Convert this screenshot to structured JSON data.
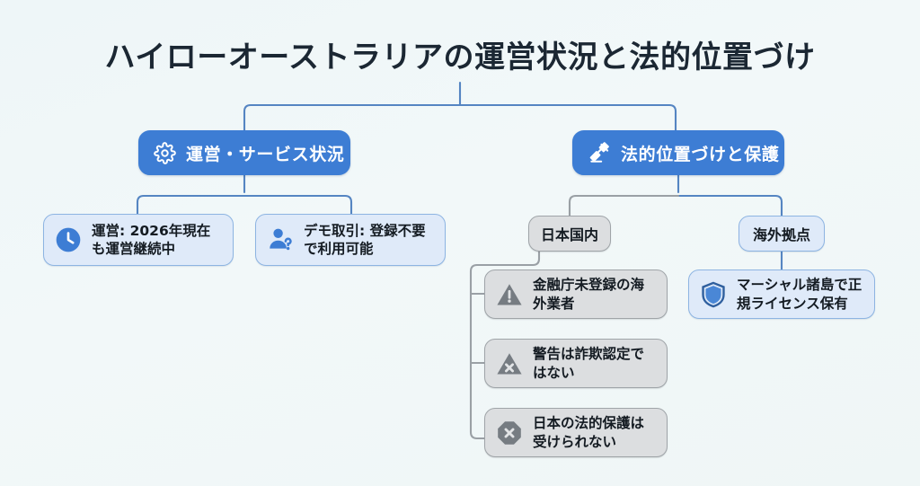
{
  "page": {
    "title": "ハイローオーストラリアの運営状況と法的位置づけ",
    "background_color": "#eff6f8",
    "accent_color": "#3d7dd4",
    "gray_color": "#9fa4a8"
  },
  "branches": [
    {
      "id": "operations",
      "header": {
        "label": "運営・サービス状況",
        "icon": "gear-icon",
        "color": "#3d7dd4"
      },
      "leaves": [
        {
          "id": "ops-1",
          "icon": "clock-icon",
          "text": "運営: 2026年現在も運営継続中",
          "style": "blue"
        },
        {
          "id": "ops-2",
          "icon": "user-question-icon",
          "text": "デモ取引: 登録不要で利用可能",
          "style": "blue"
        }
      ]
    },
    {
      "id": "legal",
      "header": {
        "label": "法的位置づけと保護",
        "icon": "gavel-icon",
        "color": "#3d7dd4"
      },
      "groups": [
        {
          "id": "japan",
          "label": "日本国内",
          "style": "gray",
          "leaves": [
            {
              "id": "jp-1",
              "icon": "warning-triangle-icon",
              "text": "金融庁未登録の海外業者",
              "style": "gray"
            },
            {
              "id": "jp-2",
              "icon": "triangle-x-icon",
              "text": "警告は詐欺認定ではない",
              "style": "gray"
            },
            {
              "id": "jp-3",
              "icon": "octagon-x-icon",
              "text": "日本の法的保護は受けられない",
              "style": "gray"
            }
          ]
        },
        {
          "id": "overseas",
          "label": "海外拠点",
          "style": "blue",
          "leaves": [
            {
              "id": "ov-1",
              "icon": "shield-icon",
              "text": "マーシャル諸島で正規ライセンス保有",
              "style": "blue"
            }
          ]
        }
      ]
    }
  ]
}
